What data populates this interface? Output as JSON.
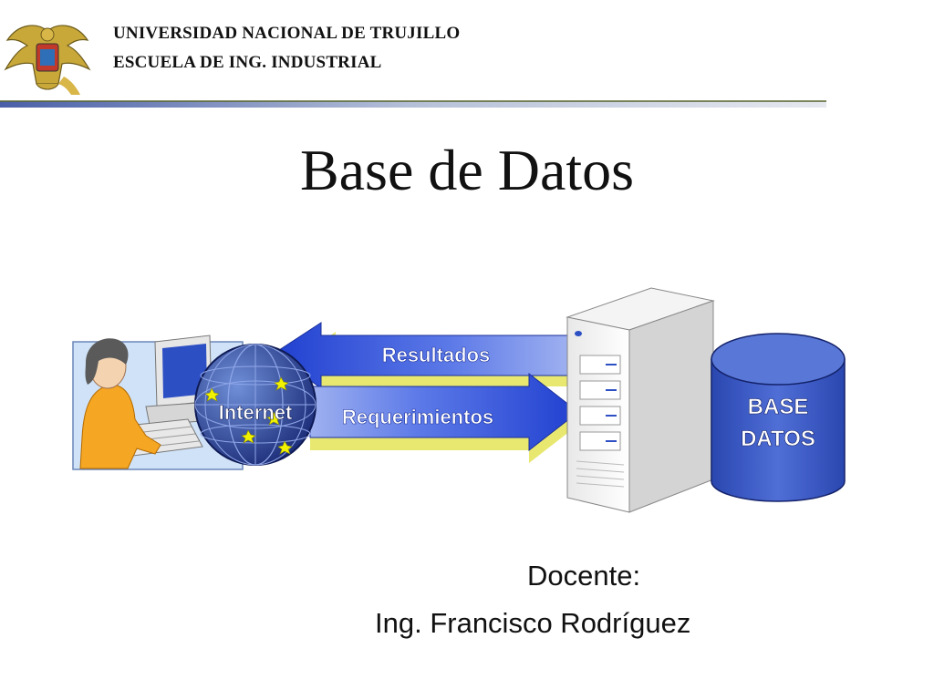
{
  "header": {
    "line1": "UNIVERSIDAD NACIONAL DE TRUJILLO",
    "line2": "ESCUELA DE ING. INDUSTRIAL"
  },
  "title": "Base de Datos",
  "diagram": {
    "internet_label": "Internet",
    "arrow_top_label": "Resultados",
    "arrow_bottom_label": "Requerimientos",
    "database_label_line1": "BASE",
    "database_label_line2": "DATOS"
  },
  "footer": {
    "docente_label": "Docente:",
    "professor_name": "Ing. Francisco Rodríguez"
  },
  "colors": {
    "arrow_blue": "#2a49d6",
    "arrow_shadow_yellow": "#e8e870",
    "database_blue": "#3b5bc4",
    "rule_blue": "#6f7fb5"
  }
}
